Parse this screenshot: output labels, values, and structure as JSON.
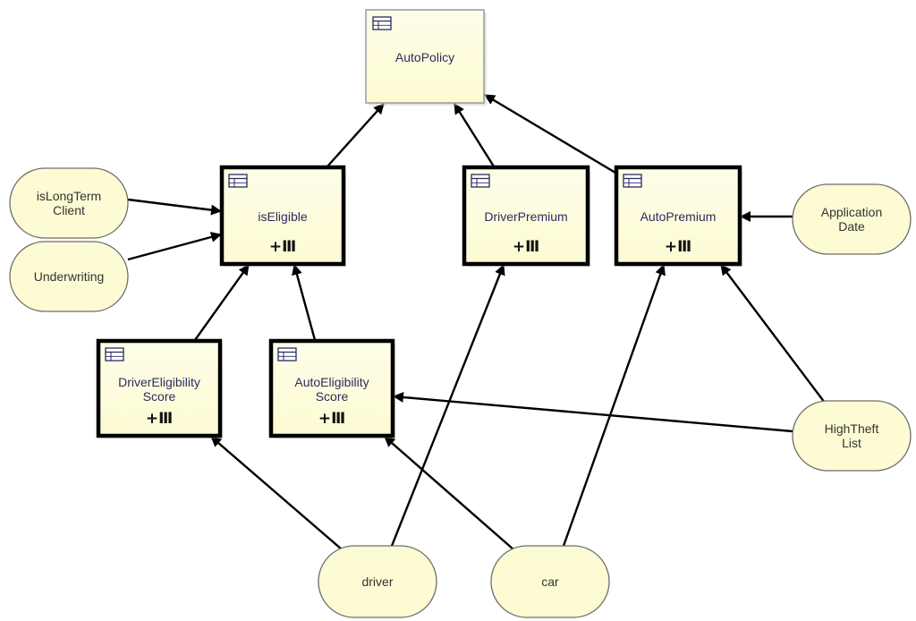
{
  "diagram": {
    "colors": {
      "fill": "#fdfbd3",
      "fill_light": "#fefde8",
      "border_decision": "#000000",
      "border_top": "#9a9a9a",
      "edge": "#000000",
      "text": "#2b2b5e"
    },
    "decisions": [
      {
        "id": "autopolicy",
        "lines": [
          "AutoPolicy"
        ],
        "kind": "top"
      },
      {
        "id": "iseligible",
        "lines": [
          "isEligible"
        ],
        "kind": "decision",
        "expand": "+Ⅲ"
      },
      {
        "id": "driverpremium",
        "lines": [
          "DriverPremium"
        ],
        "kind": "decision",
        "expand": "+Ⅲ"
      },
      {
        "id": "autopremium",
        "lines": [
          "AutoPremium"
        ],
        "kind": "decision",
        "expand": "+Ⅲ"
      },
      {
        "id": "drivereligibilityscore",
        "lines": [
          "DriverEligibility",
          "Score"
        ],
        "kind": "decision",
        "expand": "+Ⅲ"
      },
      {
        "id": "autoeligibilityscore",
        "lines": [
          "AutoEligibility",
          "Score"
        ],
        "kind": "decision",
        "expand": "+Ⅲ"
      }
    ],
    "inputs": [
      {
        "id": "islongtermclient",
        "lines": [
          "isLongTerm",
          "Client"
        ]
      },
      {
        "id": "underwriting",
        "lines": [
          "Underwriting"
        ]
      },
      {
        "id": "applicationdate",
        "lines": [
          "Application",
          "Date"
        ]
      },
      {
        "id": "highthefltlist",
        "lines": [
          "HighTheft",
          "List"
        ]
      },
      {
        "id": "driver",
        "lines": [
          "driver"
        ]
      },
      {
        "id": "car",
        "lines": [
          "car"
        ]
      }
    ],
    "edges": [
      [
        "iseligible",
        "autopolicy"
      ],
      [
        "driverpremium",
        "autopolicy"
      ],
      [
        "autopremium",
        "autopolicy"
      ],
      [
        "islongtermclient",
        "iseligible"
      ],
      [
        "underwriting",
        "iseligible"
      ],
      [
        "drivereligibilityscore",
        "iseligible"
      ],
      [
        "autoeligibilityscore",
        "iseligible"
      ],
      [
        "applicationdate",
        "autopremium"
      ],
      [
        "highthefltlist",
        "autopremium"
      ],
      [
        "highthefltlist",
        "autoeligibilityscore"
      ],
      [
        "driver",
        "drivereligibilityscore"
      ],
      [
        "driver",
        "driverpremium"
      ],
      [
        "car",
        "autoeligibilityscore"
      ],
      [
        "car",
        "autopremium"
      ]
    ]
  }
}
